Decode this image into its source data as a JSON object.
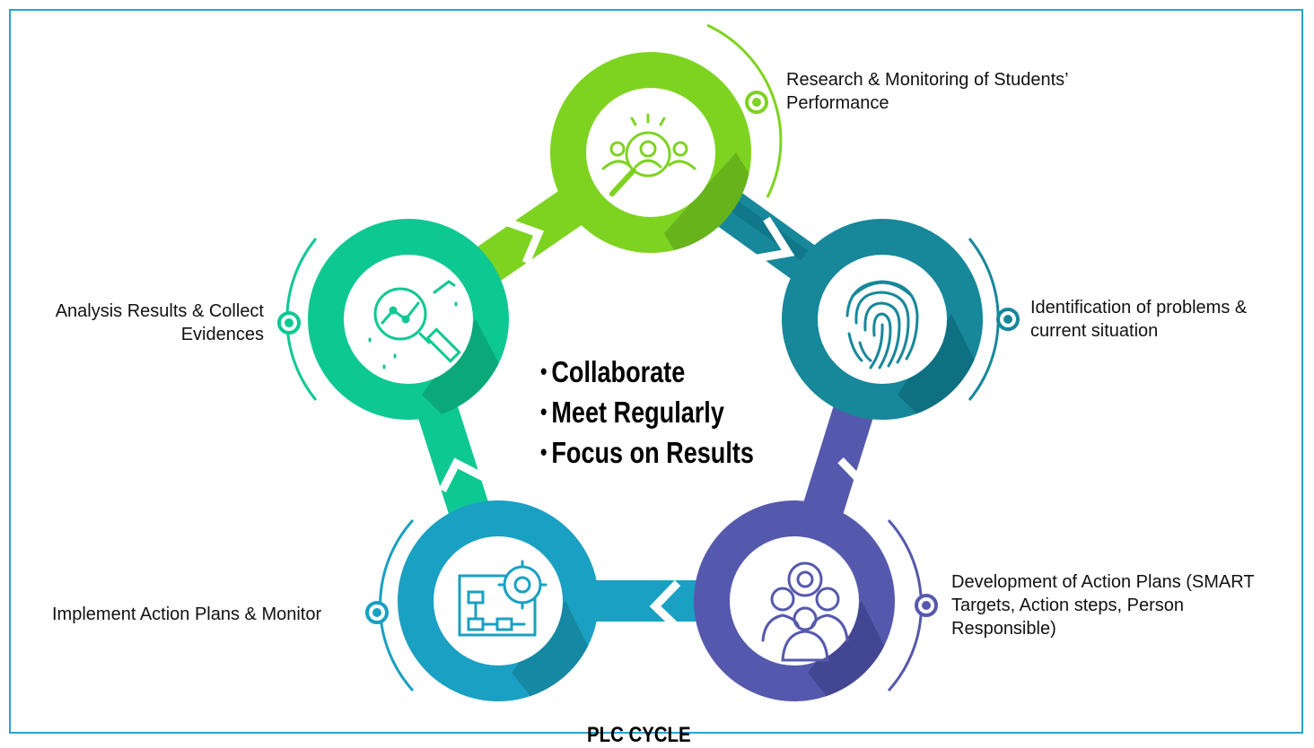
{
  "center_points": [
    "Collaborate",
    "Meet Regularly",
    "Focus on Results"
  ],
  "steps": [
    {
      "label": "Research & Monitoring of Students’ Performance",
      "icon": "search-people-icon",
      "color": "#7ed321"
    },
    {
      "label": "Identification of problems & current situation",
      "icon": "fingerprint-icon",
      "color": "#17889a"
    },
    {
      "label": "Development of Action Plans (SMART Targets, Action steps, Person Responsible)",
      "icon": "team-gear-icon",
      "color": "#5559ad"
    },
    {
      "label": "Implement Action Plans & Monitor",
      "icon": "blueprint-gear-icon",
      "color": "#1aa0c2"
    },
    {
      "label": "Analysis Results & Collect Evidences",
      "icon": "data-analysis-icon",
      "color": "#0ec892"
    }
  ],
  "title": "PLC CYCLE",
  "colors": {
    "frame": "#29a3d6"
  }
}
